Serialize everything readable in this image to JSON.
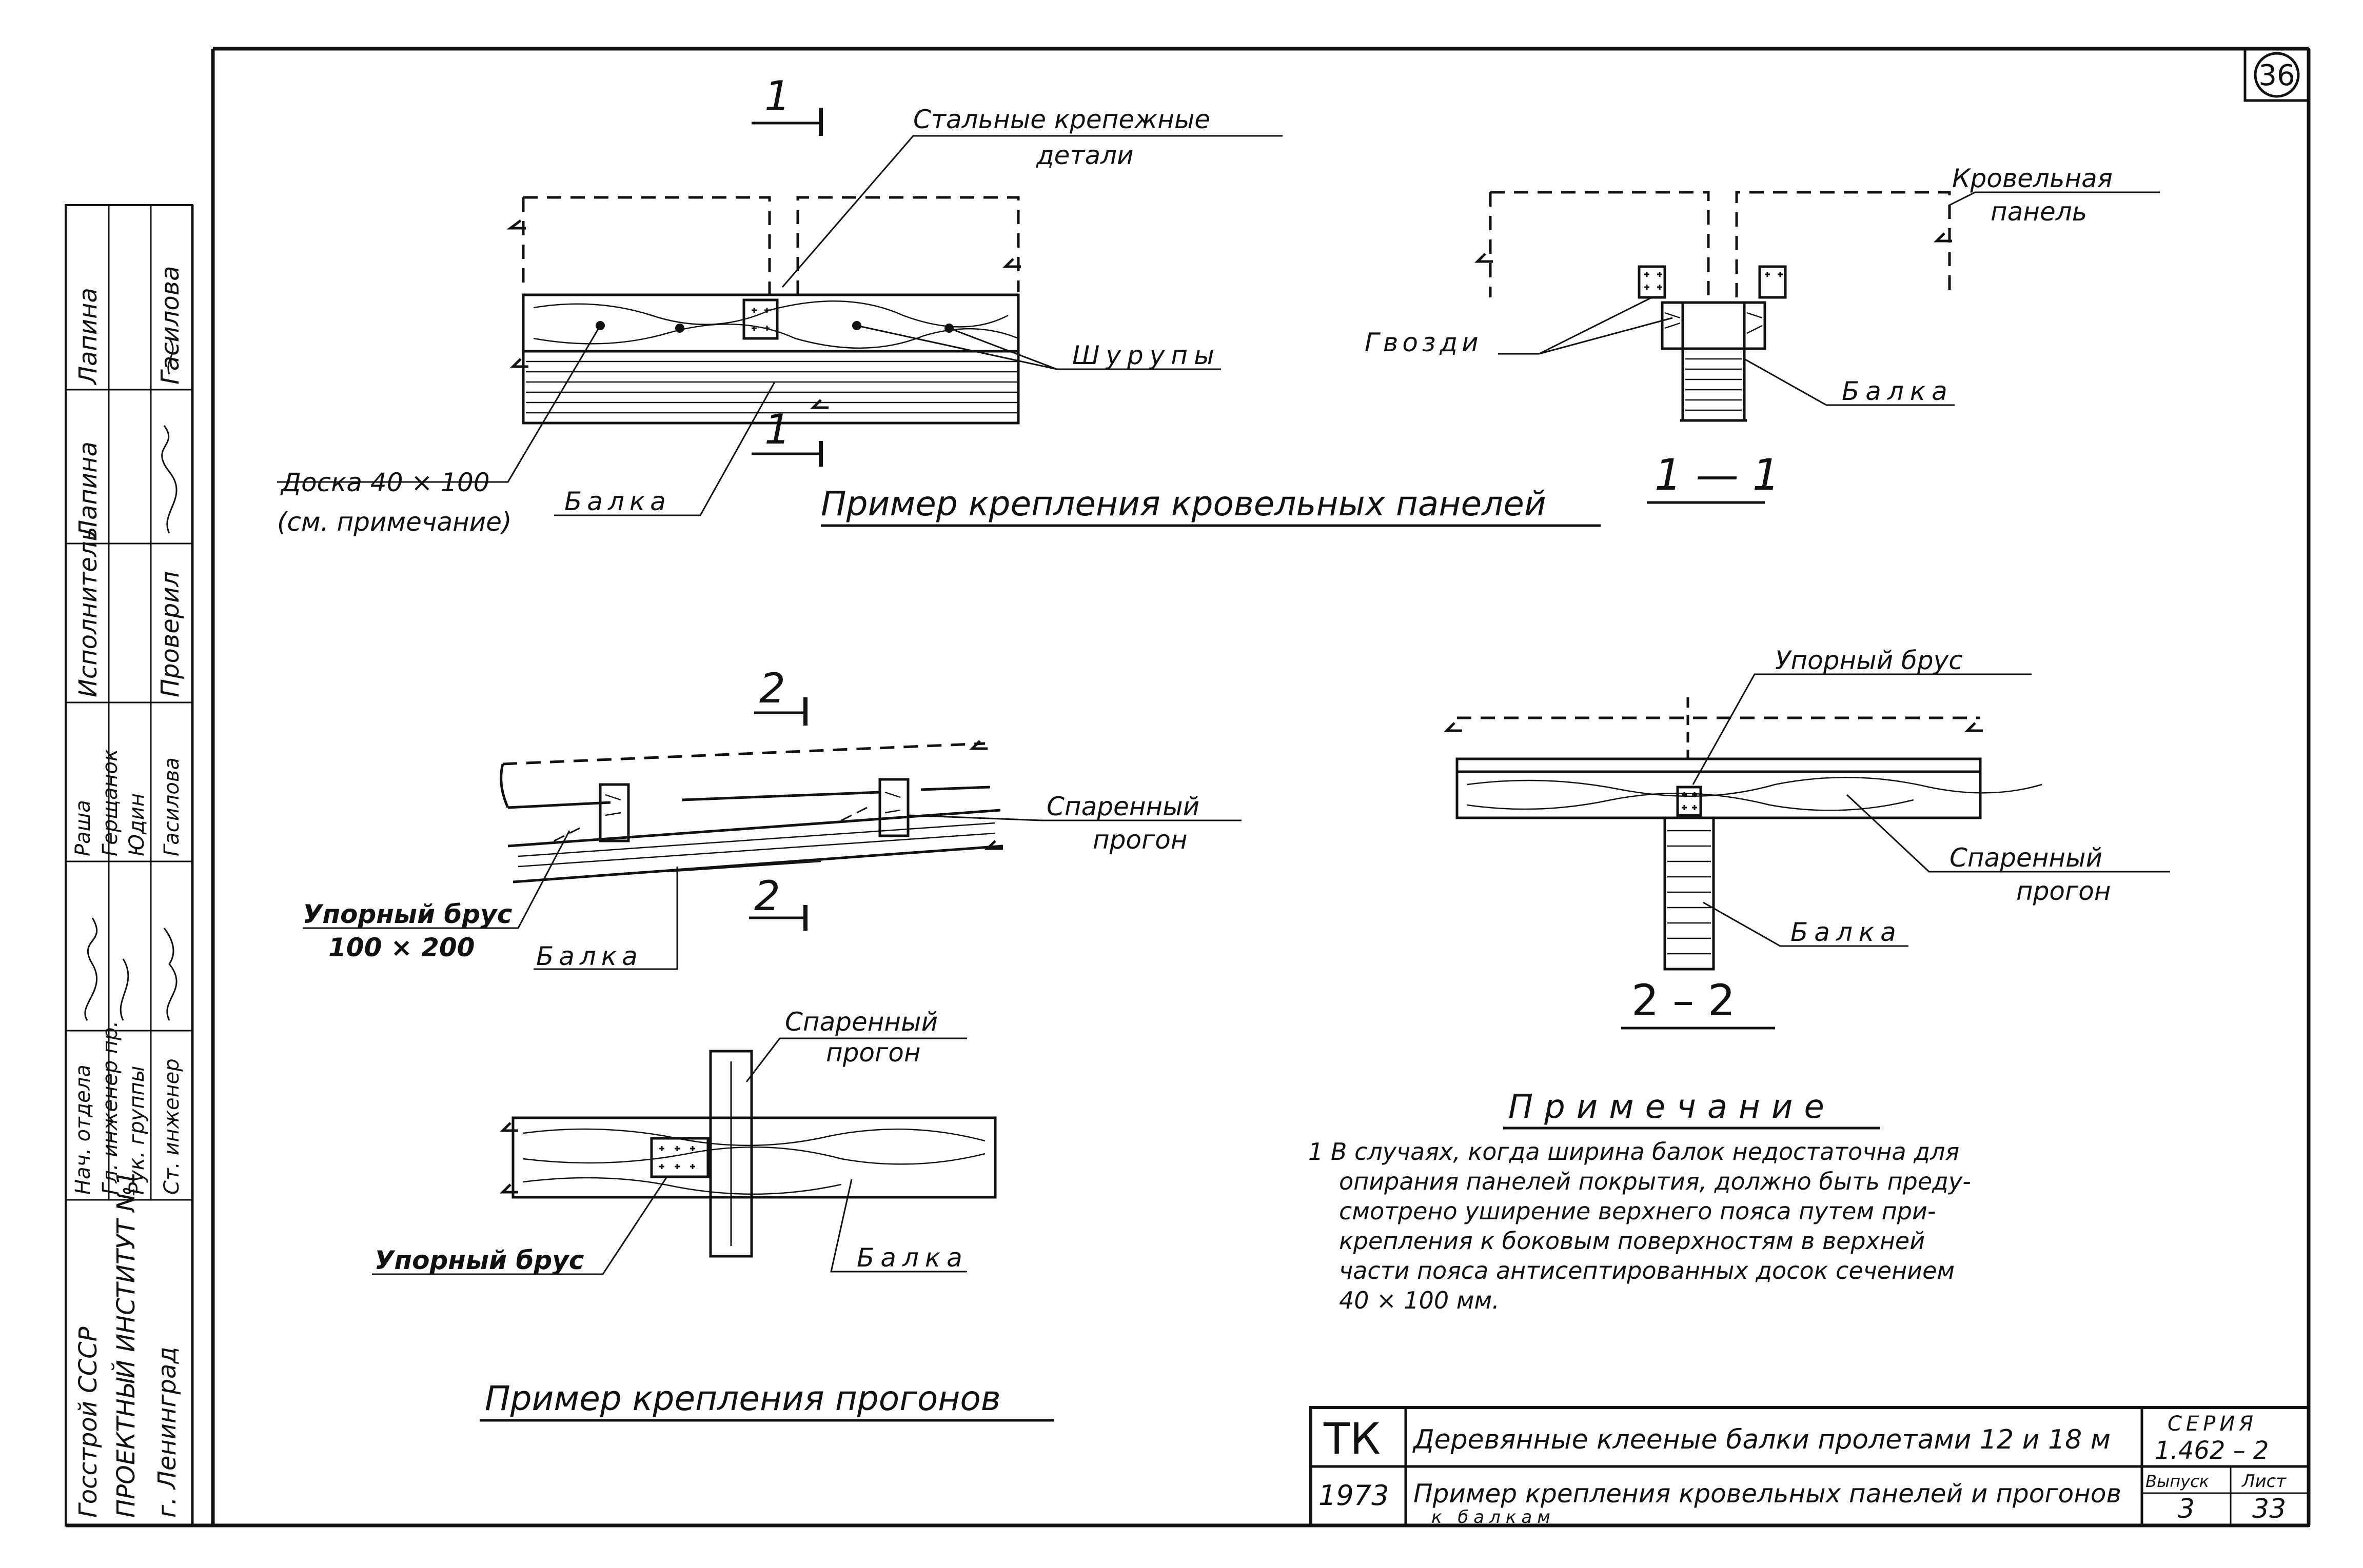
{
  "sheet": {
    "number": "36",
    "side_stamp": {
      "names": [
        "Лапина",
        "Гасилова"
      ],
      "roles_a": [
        "Исполнитель",
        "Проверил"
      ],
      "names_b": [
        "Раша",
        "Герщанок",
        "Юдин",
        "Гасилова"
      ],
      "roles_b": [
        "Нач. отдела",
        "Гл. инженер пр.",
        "Рук. группы",
        "Ст. инженер"
      ],
      "org": [
        "Госстрой СССР",
        "ПРОЕКТНЫЙ ИНСТИТУТ №1",
        "г. Ленинград"
      ]
    }
  },
  "detail1": {
    "cut_mark": "1",
    "label_steel": "Стальные крепежные",
    "label_steel2": "детали",
    "label_screws": "Шурупы",
    "label_board": "Доска 40 × 100",
    "label_board2": "(см. примечание)",
    "label_beam": "Балка",
    "title": "Пример крепления кровельных панелей"
  },
  "section1": {
    "label_panel": "Кровельная",
    "label_panel2": "панель",
    "label_nails": "Гвозди",
    "label_beam": "Балка",
    "title": "1 — 1"
  },
  "detail2": {
    "cut_mark": "2",
    "label_purlin": "Спаренный",
    "label_purlin2": "прогон",
    "label_stop": "Упорный брус",
    "label_stop2": "100 × 200",
    "label_beam": "Балка"
  },
  "section2": {
    "label_stop": "Упорный брус",
    "label_purlin": "Спаренный",
    "label_purlin2": "прогон",
    "label_beam": "Балка",
    "title": "2 – 2"
  },
  "detail3": {
    "label_purlin": "Спаренный",
    "label_purlin2": "прогон",
    "label_stop": "Упорный брус",
    "label_beam": "Балка",
    "title": "Пример крепления прогонов"
  },
  "note": {
    "heading": "Примечание",
    "lines": [
      "1  В случаях, когда ширина балок недостаточна для",
      "опирания панелей покрытия, должно быть преду-",
      "смотрено уширение верхнего пояса путем при-",
      "крепления к боковым поверхностям в верхней",
      "части пояса антисептированных досок сечением",
      "40 × 100 мм."
    ]
  },
  "title_block": {
    "code": "ТК",
    "year": "1973",
    "line1": "Деревянные клееные балки пролетами 12 и 18 м",
    "line2": "Пример крепления кровельных панелей и прогонов",
    "line3": "к балкам",
    "series_label": "СЕРИЯ",
    "series_value": "1.462 – 2",
    "issue_label": "Выпуск",
    "issue_value": "3",
    "sheet_label": "Лист",
    "sheet_value": "33"
  }
}
